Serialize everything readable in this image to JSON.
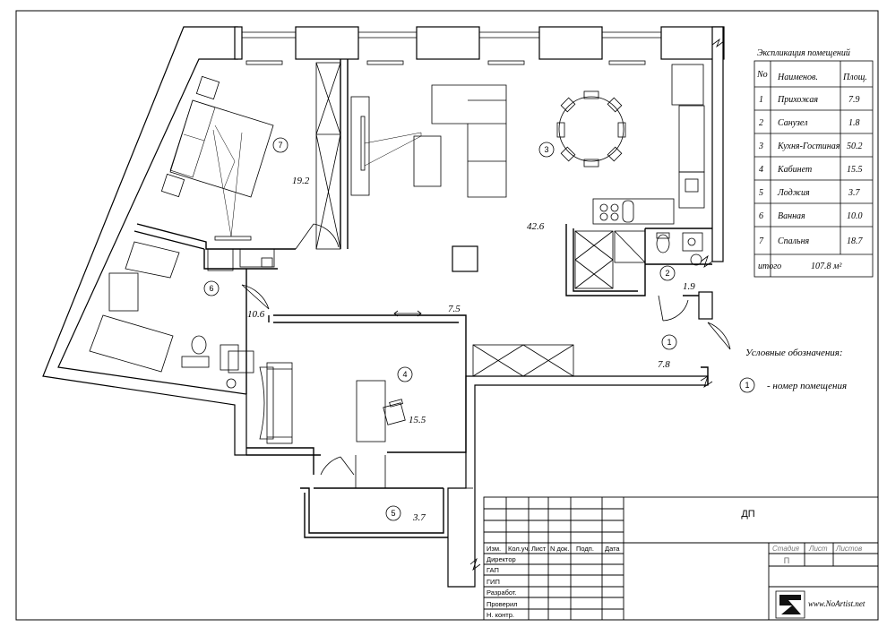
{
  "explication": {
    "title": "Экспликация помещений",
    "headers": {
      "no": "No",
      "name": "Наименов.",
      "area": "Площ."
    },
    "rows": [
      {
        "no": "1",
        "name": "Прихожая",
        "area": "7.9"
      },
      {
        "no": "2",
        "name": "Санузел",
        "area": "1.8"
      },
      {
        "no": "3",
        "name": "Кухня-Гостиная",
        "area": "50.2"
      },
      {
        "no": "4",
        "name": "Кабинет",
        "area": "15.5"
      },
      {
        "no": "5",
        "name": "Лоджия",
        "area": "3.7"
      },
      {
        "no": "6",
        "name": "Ванная",
        "area": "10.0"
      },
      {
        "no": "7",
        "name": "Спальня",
        "area": "18.7"
      }
    ],
    "total_label": "итого",
    "total_value": "107.8 м²"
  },
  "legend": {
    "title": "Условные обозначения:",
    "symbol": "1",
    "text": "- номер помещения"
  },
  "rooms": {
    "r1": {
      "marker": "1",
      "area": "7.8"
    },
    "r2": {
      "marker": "2",
      "area": "1.9"
    },
    "r3": {
      "marker": "3",
      "area": "42.6"
    },
    "r4": {
      "marker": "4",
      "area": "15.5"
    },
    "r5": {
      "marker": "5",
      "area": "3.7"
    },
    "r6": {
      "marker": "6",
      "area": "10.6"
    },
    "r7": {
      "marker": "7",
      "area": "19.2"
    },
    "corridor_area": "7.5"
  },
  "title_block": {
    "project": "ДП",
    "cols": [
      "Изм.",
      "Кол.уч.",
      "Лист",
      "N док.",
      "Подп.",
      "Дата"
    ],
    "roles": [
      "Директор",
      "ГАП",
      "ГИП",
      "Разработ.",
      "Проверил",
      "Н. контр."
    ],
    "stage_label": "Стадия",
    "sheet_label": "Лист",
    "sheets_label": "Листов",
    "stage_value": "П",
    "website": "www.NoArtist.net"
  }
}
